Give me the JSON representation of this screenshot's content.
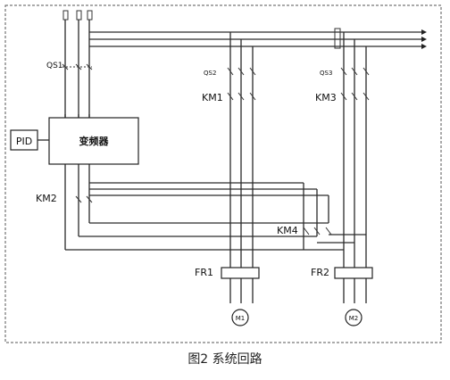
{
  "labels": {
    "qs1": "QS1",
    "qs2": "QS2",
    "qs3": "QS3",
    "km1": "KM1",
    "km2": "KM2",
    "km3": "KM3",
    "km4": "KM4",
    "fr1": "FR1",
    "fr2": "FR2",
    "pid": "PID",
    "inverter": "变频器",
    "m1": "M1",
    "m2": "M2"
  },
  "caption": "图2  系统回路"
}
